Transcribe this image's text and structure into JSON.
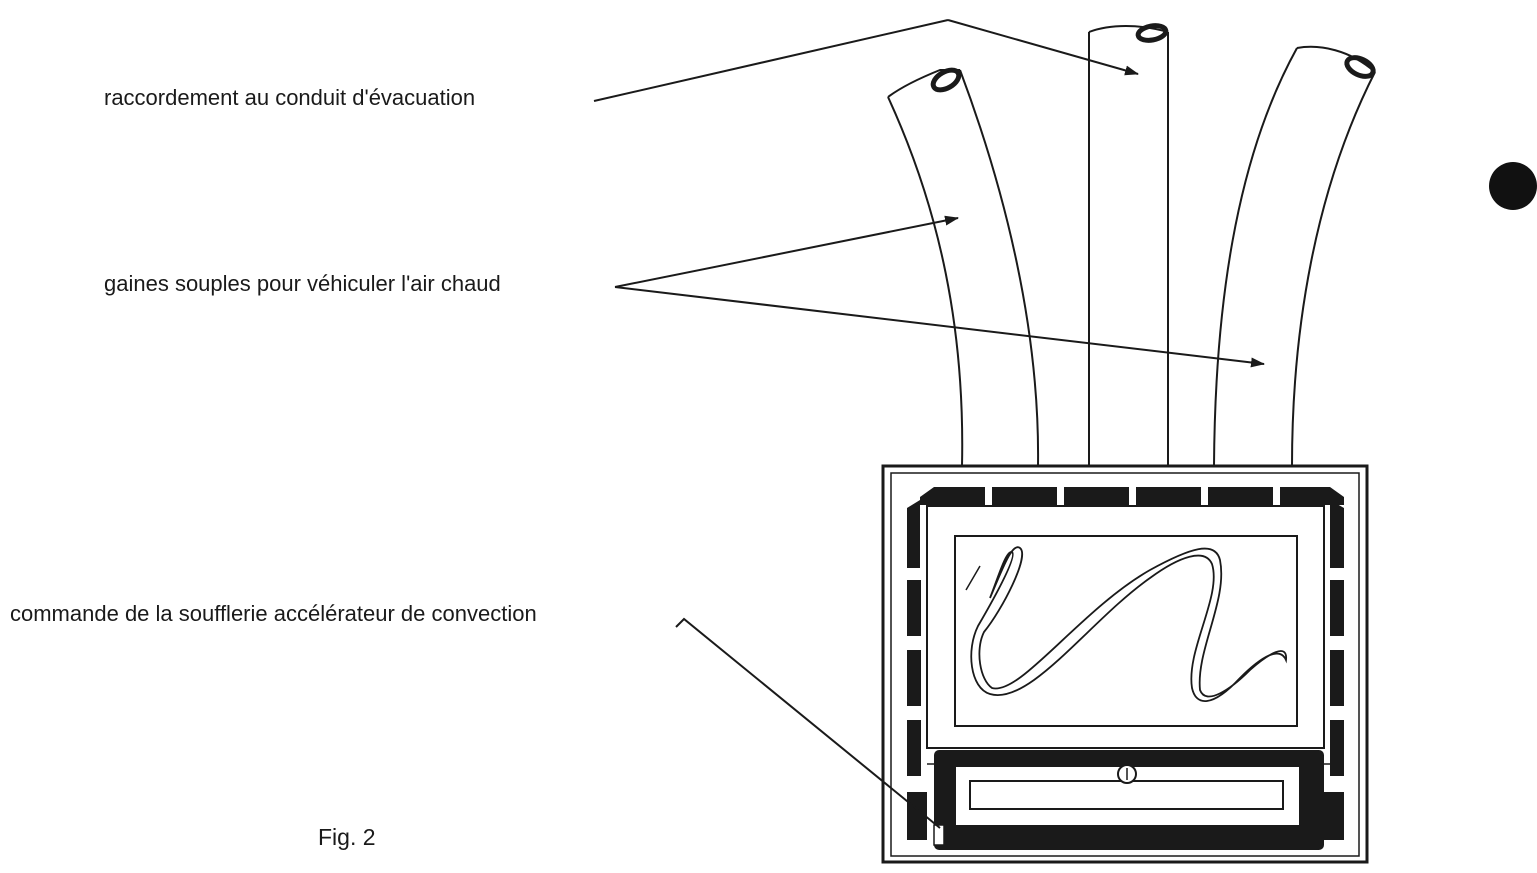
{
  "labels": {
    "exhaust": "raccordement au conduit d'évacuation",
    "ducts": "gaines souples pour véhiculer l'air chaud",
    "blower": "commande de la soufflerie accélérateur de convection",
    "figure": "Fig. 2"
  },
  "colors": {
    "ink": "#1a1a1a",
    "paper": "#ffffff"
  }
}
